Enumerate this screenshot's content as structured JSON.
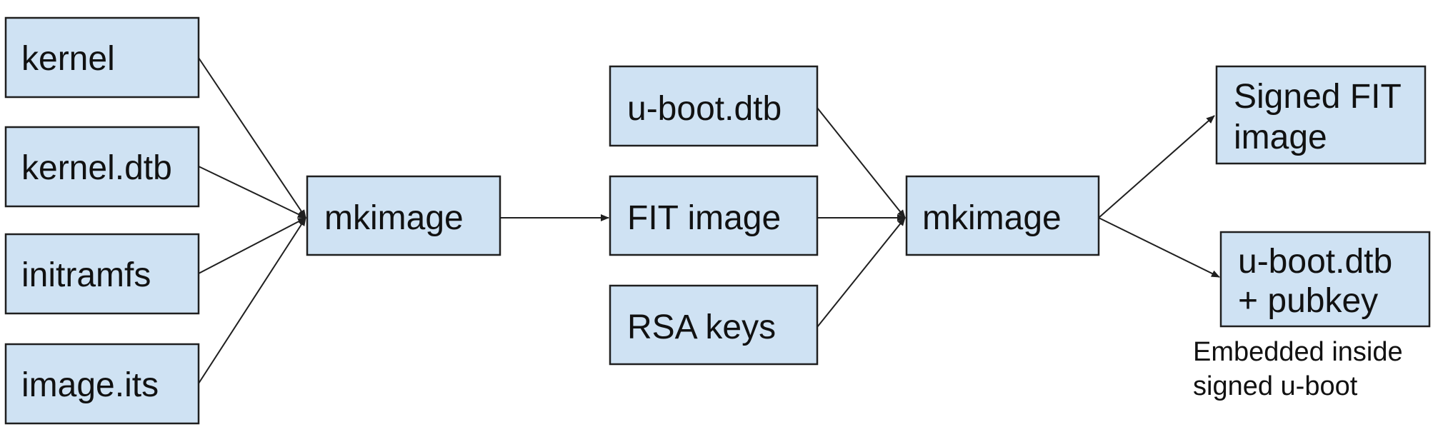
{
  "diagram": {
    "nodes": {
      "kernel": {
        "label": "kernel"
      },
      "kernel_dtb": {
        "label": "kernel.dtb"
      },
      "initramfs": {
        "label": "initramfs"
      },
      "image_its": {
        "label": "image.its"
      },
      "mkimage_1": {
        "label": "mkimage"
      },
      "uboot_dtb": {
        "label": "u-boot.dtb"
      },
      "fit_image": {
        "label": "FIT image"
      },
      "rsa_keys": {
        "label": "RSA keys"
      },
      "mkimage_2": {
        "label": "mkimage"
      },
      "signed_fit": {
        "line1": "Signed FIT",
        "line2": "image"
      },
      "uboot_dtb_pubkey": {
        "line1": "u-boot.dtb",
        "line2": "+ pubkey"
      }
    },
    "note": {
      "line1": "Embedded inside",
      "line2": "signed u-boot"
    },
    "edges": [
      {
        "from": "kernel",
        "to": "mkimage_1"
      },
      {
        "from": "kernel_dtb",
        "to": "mkimage_1"
      },
      {
        "from": "initramfs",
        "to": "mkimage_1"
      },
      {
        "from": "image_its",
        "to": "mkimage_1"
      },
      {
        "from": "mkimage_1",
        "to": "fit_image"
      },
      {
        "from": "uboot_dtb",
        "to": "mkimage_2"
      },
      {
        "from": "fit_image",
        "to": "mkimage_2"
      },
      {
        "from": "rsa_keys",
        "to": "mkimage_2"
      },
      {
        "from": "mkimage_2",
        "to": "signed_fit"
      },
      {
        "from": "mkimage_2",
        "to": "uboot_dtb_pubkey"
      }
    ],
    "colors": {
      "box_fill": "#cfe2f3",
      "box_stroke": "#1f1f1f",
      "edge": "#1f1f1f"
    }
  }
}
